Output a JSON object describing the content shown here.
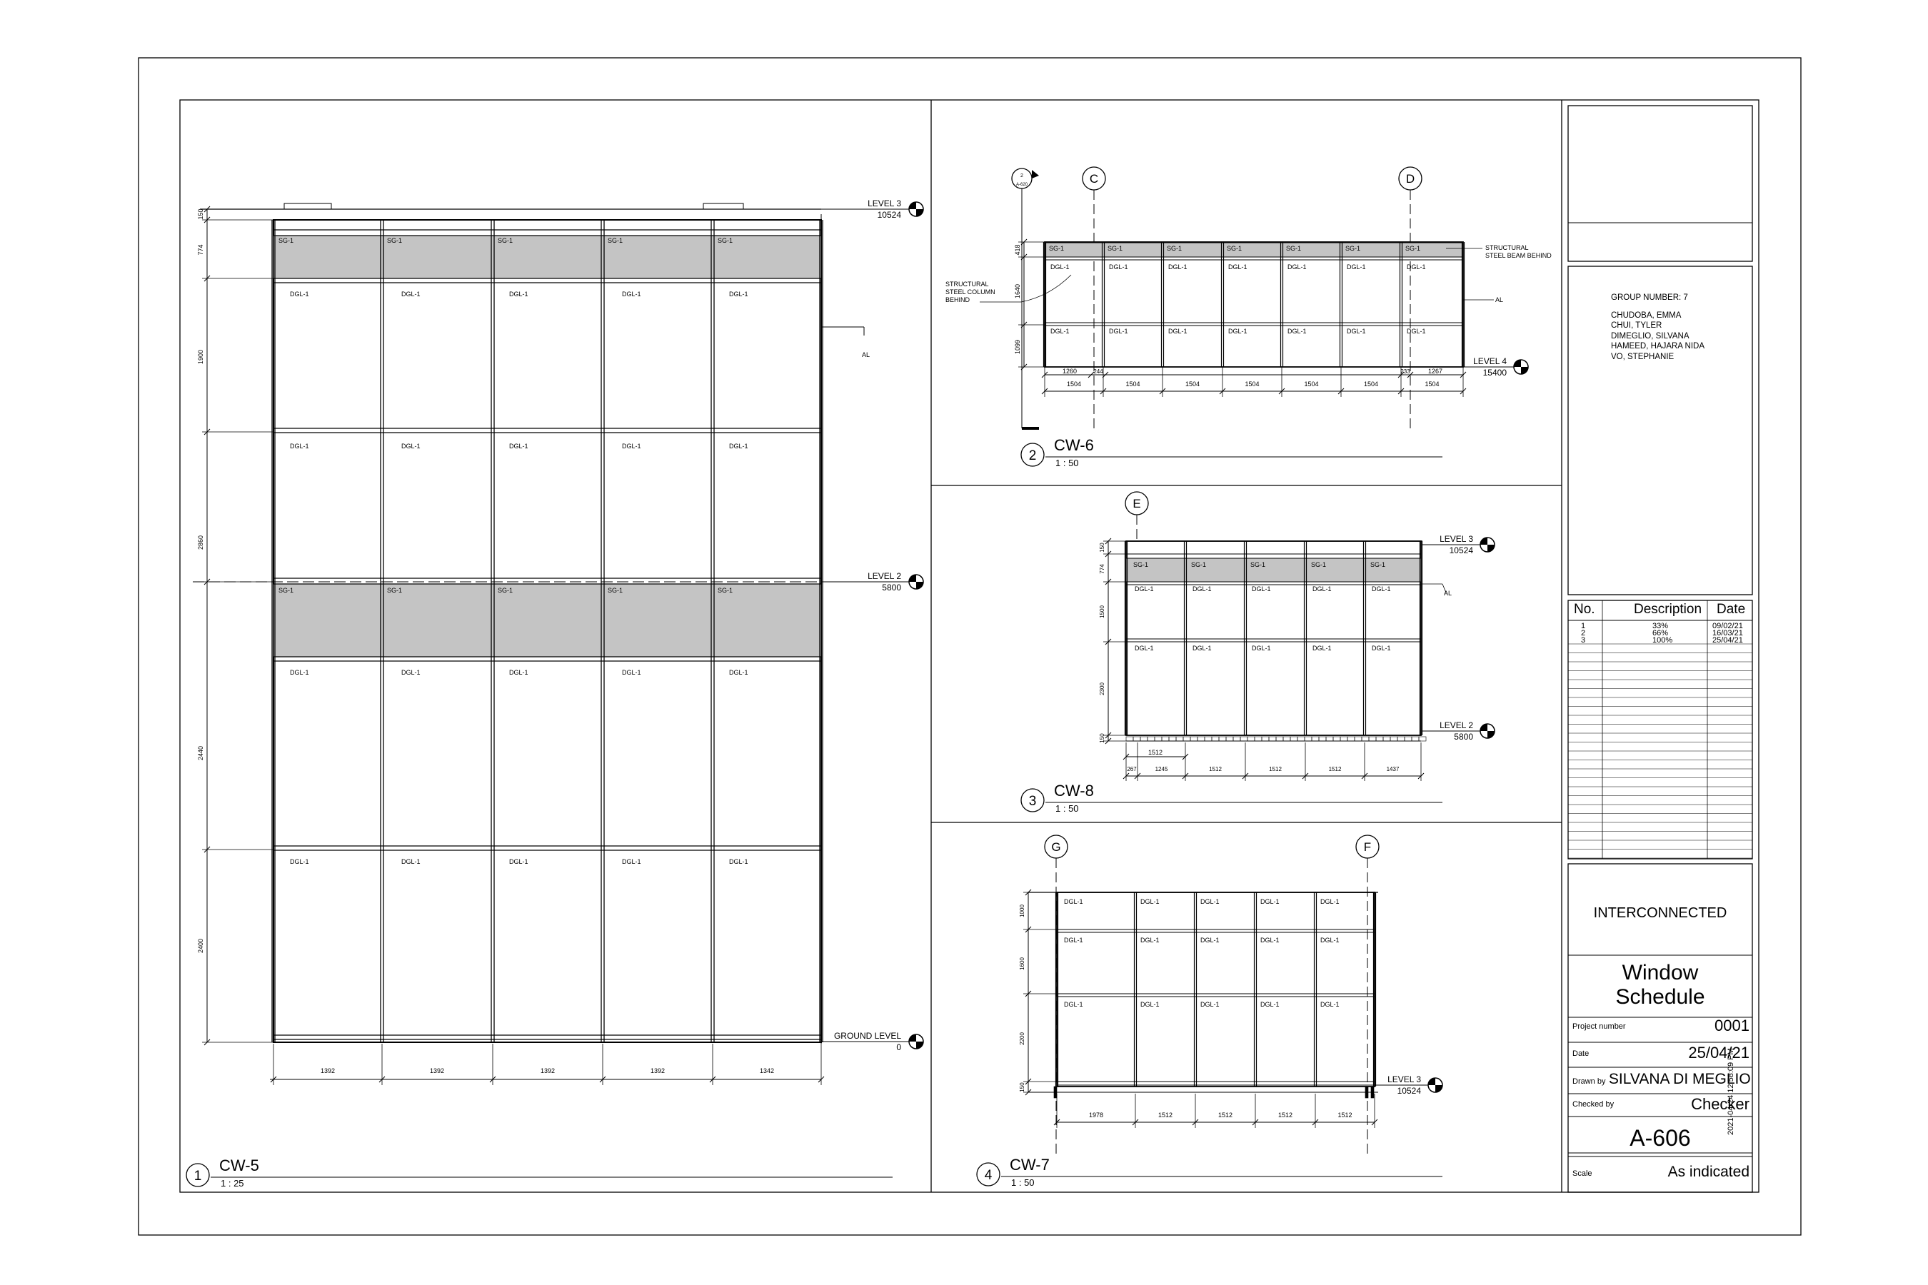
{
  "views": {
    "cw5": {
      "num": "1",
      "title": "CW-5",
      "scale": "1 : 25",
      "levels": [
        {
          "name": "LEVEL 3",
          "elev": "10524"
        },
        {
          "name": "LEVEL 2",
          "elev": "5800"
        },
        {
          "name": "GROUND LEVEL",
          "elev": "0"
        }
      ],
      "bottom_dims": [
        "1392",
        "1392",
        "1392",
        "1392",
        "1342"
      ],
      "side_dims": [
        "150",
        "774",
        "1900",
        "2860",
        "2440",
        "2400"
      ],
      "al": "AL"
    },
    "cw6": {
      "num": "2",
      "title": "CW-6",
      "scale": "1 : 50",
      "grids": [
        "C",
        "D"
      ],
      "section_mark": {
        "n": "2",
        "ref": "A-620"
      },
      "level": {
        "name": "LEVEL 4",
        "elev": "15400"
      },
      "dims": [
        "1504",
        "1504",
        "1504",
        "1504",
        "1504",
        "1504",
        "1504"
      ],
      "subdims": [
        "1260",
        "244",
        "233",
        "1267"
      ],
      "side_dims": [
        "418",
        "1640",
        "1099"
      ],
      "note_col": [
        "STRUCTURAL",
        "STEEL COLUMN",
        "BEHIND"
      ],
      "note_beam": [
        "STRUCTURAL",
        "STEEL BEAM BEHIND"
      ],
      "al": "AL"
    },
    "cw8": {
      "num": "3",
      "title": "CW-8",
      "scale": "1 : 50",
      "grid": "E",
      "levels": [
        {
          "name": "LEVEL 3",
          "elev": "10524"
        },
        {
          "name": "LEVEL 2",
          "elev": "5800"
        }
      ],
      "dims": [
        "267",
        "1245",
        "1512",
        "1512",
        "1512",
        "1437"
      ],
      "topdim": "1512",
      "side_dims": [
        "150",
        "774",
        "1500",
        "2300",
        "150"
      ],
      "al": "AL"
    },
    "cw7": {
      "num": "4",
      "title": "CW-7",
      "scale": "1 : 50",
      "grids": [
        "G",
        "F"
      ],
      "level": {
        "name": "LEVEL 3",
        "elev": "10524"
      },
      "dims": [
        "1978",
        "1512",
        "1512",
        "1512",
        "1512"
      ],
      "side_dims": [
        "1000",
        "1600",
        "2200",
        "150"
      ]
    }
  },
  "labels": {
    "sg": "SG-1",
    "dgl": "DGL-1"
  },
  "title_block": {
    "group_number": "GROUP NUMBER: 7",
    "members": [
      "CHUDOBA, EMMA",
      "CHUI, TYLER",
      "DIMEGLIO, SILVANA",
      "HAMEED, HAJARA NIDA",
      "VO, STEPHANIE"
    ],
    "revisions_header": {
      "no": "No.",
      "desc": "Description",
      "date": "Date"
    },
    "revisions": [
      {
        "no": "1",
        "desc": "33%",
        "date": "09/02/21"
      },
      {
        "no": "2",
        "desc": "66%",
        "date": "16/03/21"
      },
      {
        "no": "3",
        "desc": "100%",
        "date": "25/04/21"
      }
    ],
    "project_name": "INTERCONNECTED",
    "sheet_title_1": "Window",
    "sheet_title_2": "Schedule",
    "project_number_label": "Project number",
    "project_number": "0001",
    "date_label": "Date",
    "date": "25/04/21",
    "drawn_by_label": "Drawn by",
    "drawn_by": "SILVANA DI MEGLIO",
    "checked_by_label": "Checked by",
    "checked_by": "Checker",
    "sheet_number": "A-606",
    "scale_label": "Scale",
    "scale": "As indicated",
    "timestamp": "2021-04-24 12:58:09 PM"
  }
}
